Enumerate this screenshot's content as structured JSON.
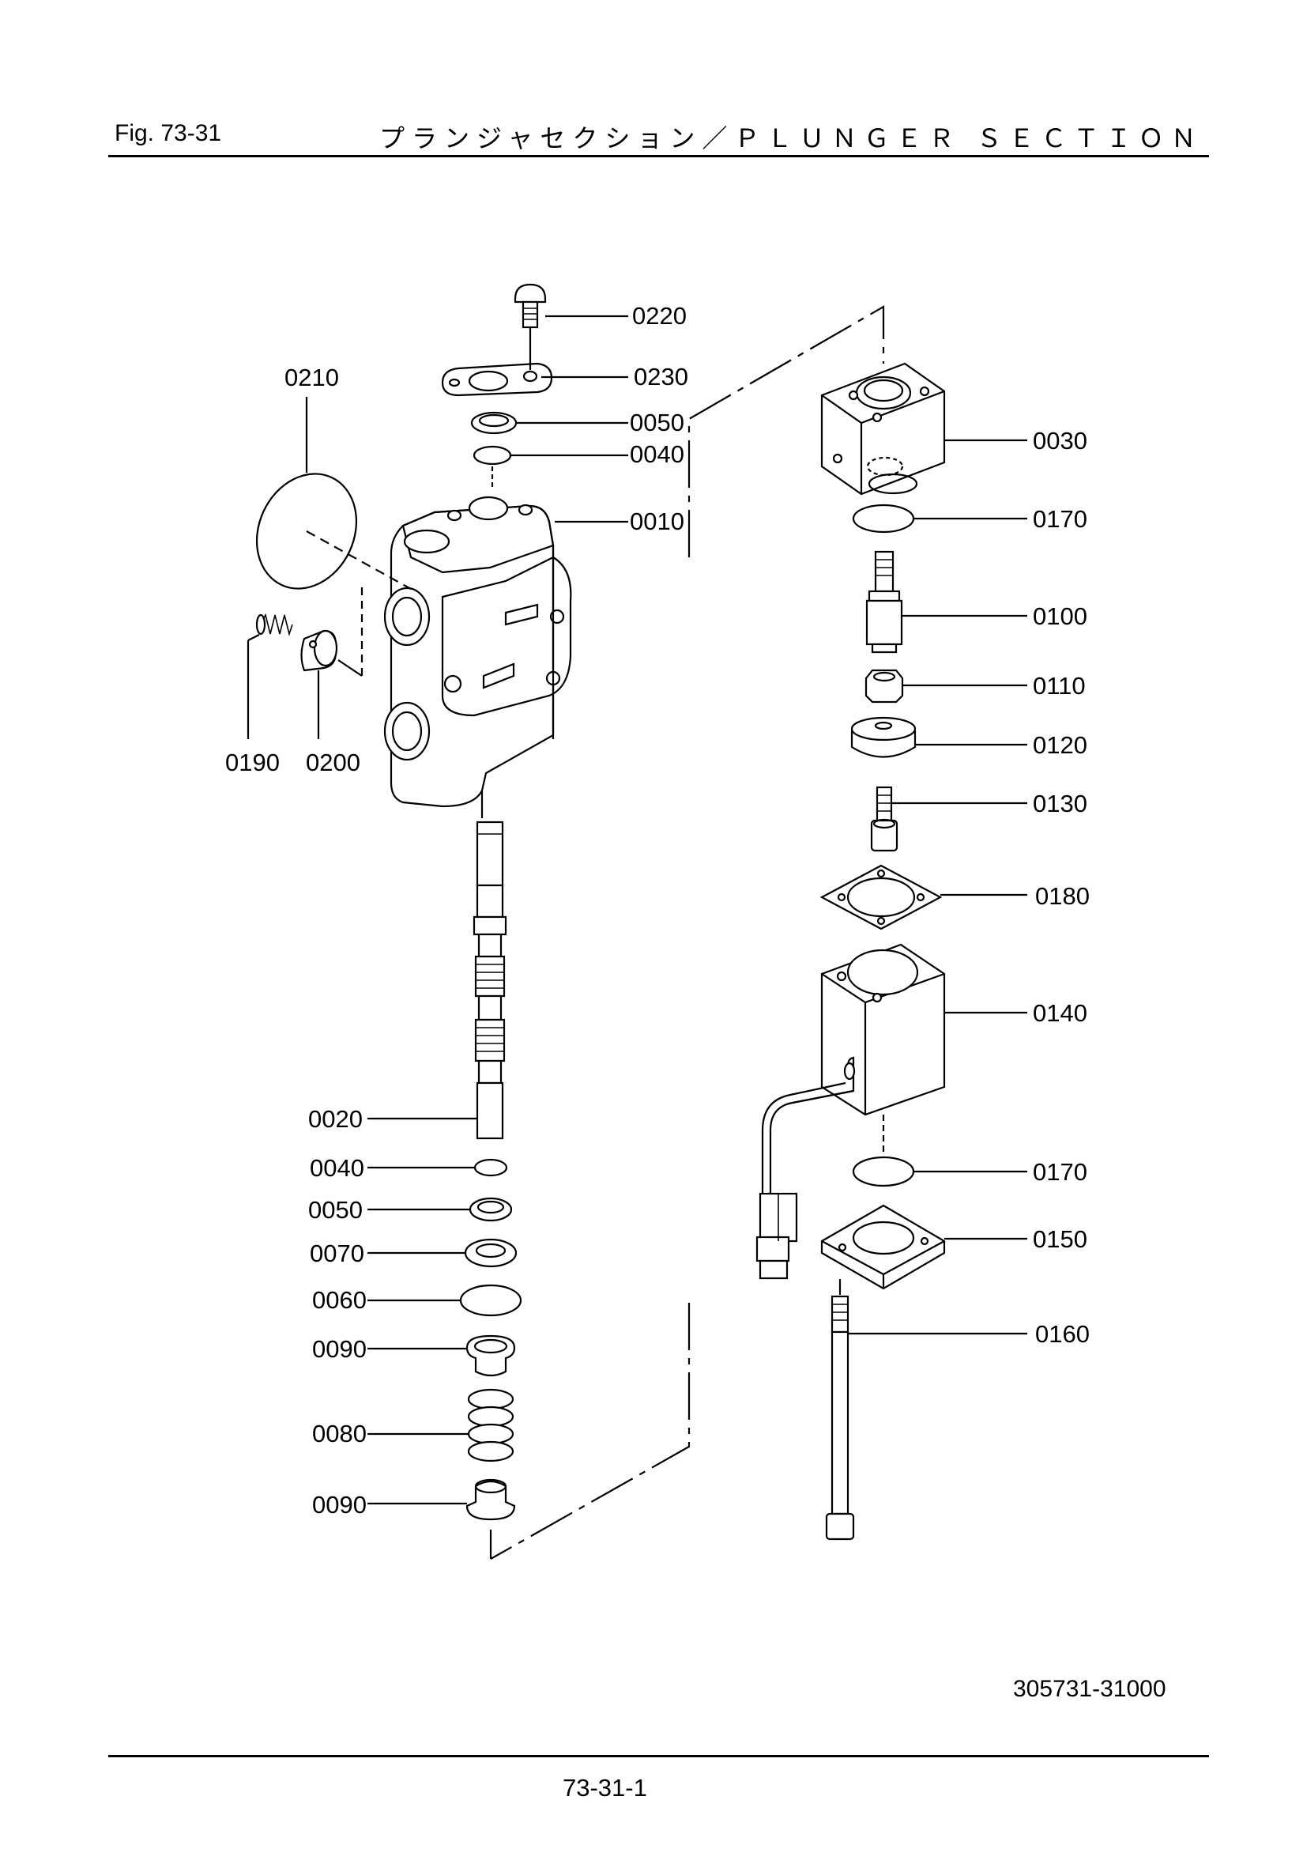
{
  "header": {
    "fig_label": "Fig.  73-31",
    "title": "プランジャセクション／ＰＬＵＮＧＥＲ ＳＥＣＴＩＯＮ"
  },
  "callouts": {
    "p0220": "0220",
    "p0230": "0230",
    "p0210": "0210",
    "p0050a": "0050",
    "p0040a": "0040",
    "p0010": "0010",
    "p0190": "0190",
    "p0200": "0200",
    "p0020": "0020",
    "p0040b": "0040",
    "p0050b": "0050",
    "p0070": "0070",
    "p0060": "0060",
    "p0090a": "0090",
    "p0080": "0080",
    "p0090b": "0090",
    "p0030": "0030",
    "p0170a": "0170",
    "p0100": "0100",
    "p0110": "0110",
    "p0120": "0120",
    "p0130": "0130",
    "p0180": "0180",
    "p0140": "0140",
    "p0170b": "0170",
    "p0150": "0150",
    "p0160": "0160"
  },
  "footer": {
    "part_number": "305731-31000",
    "page_number": "73-31-1"
  }
}
